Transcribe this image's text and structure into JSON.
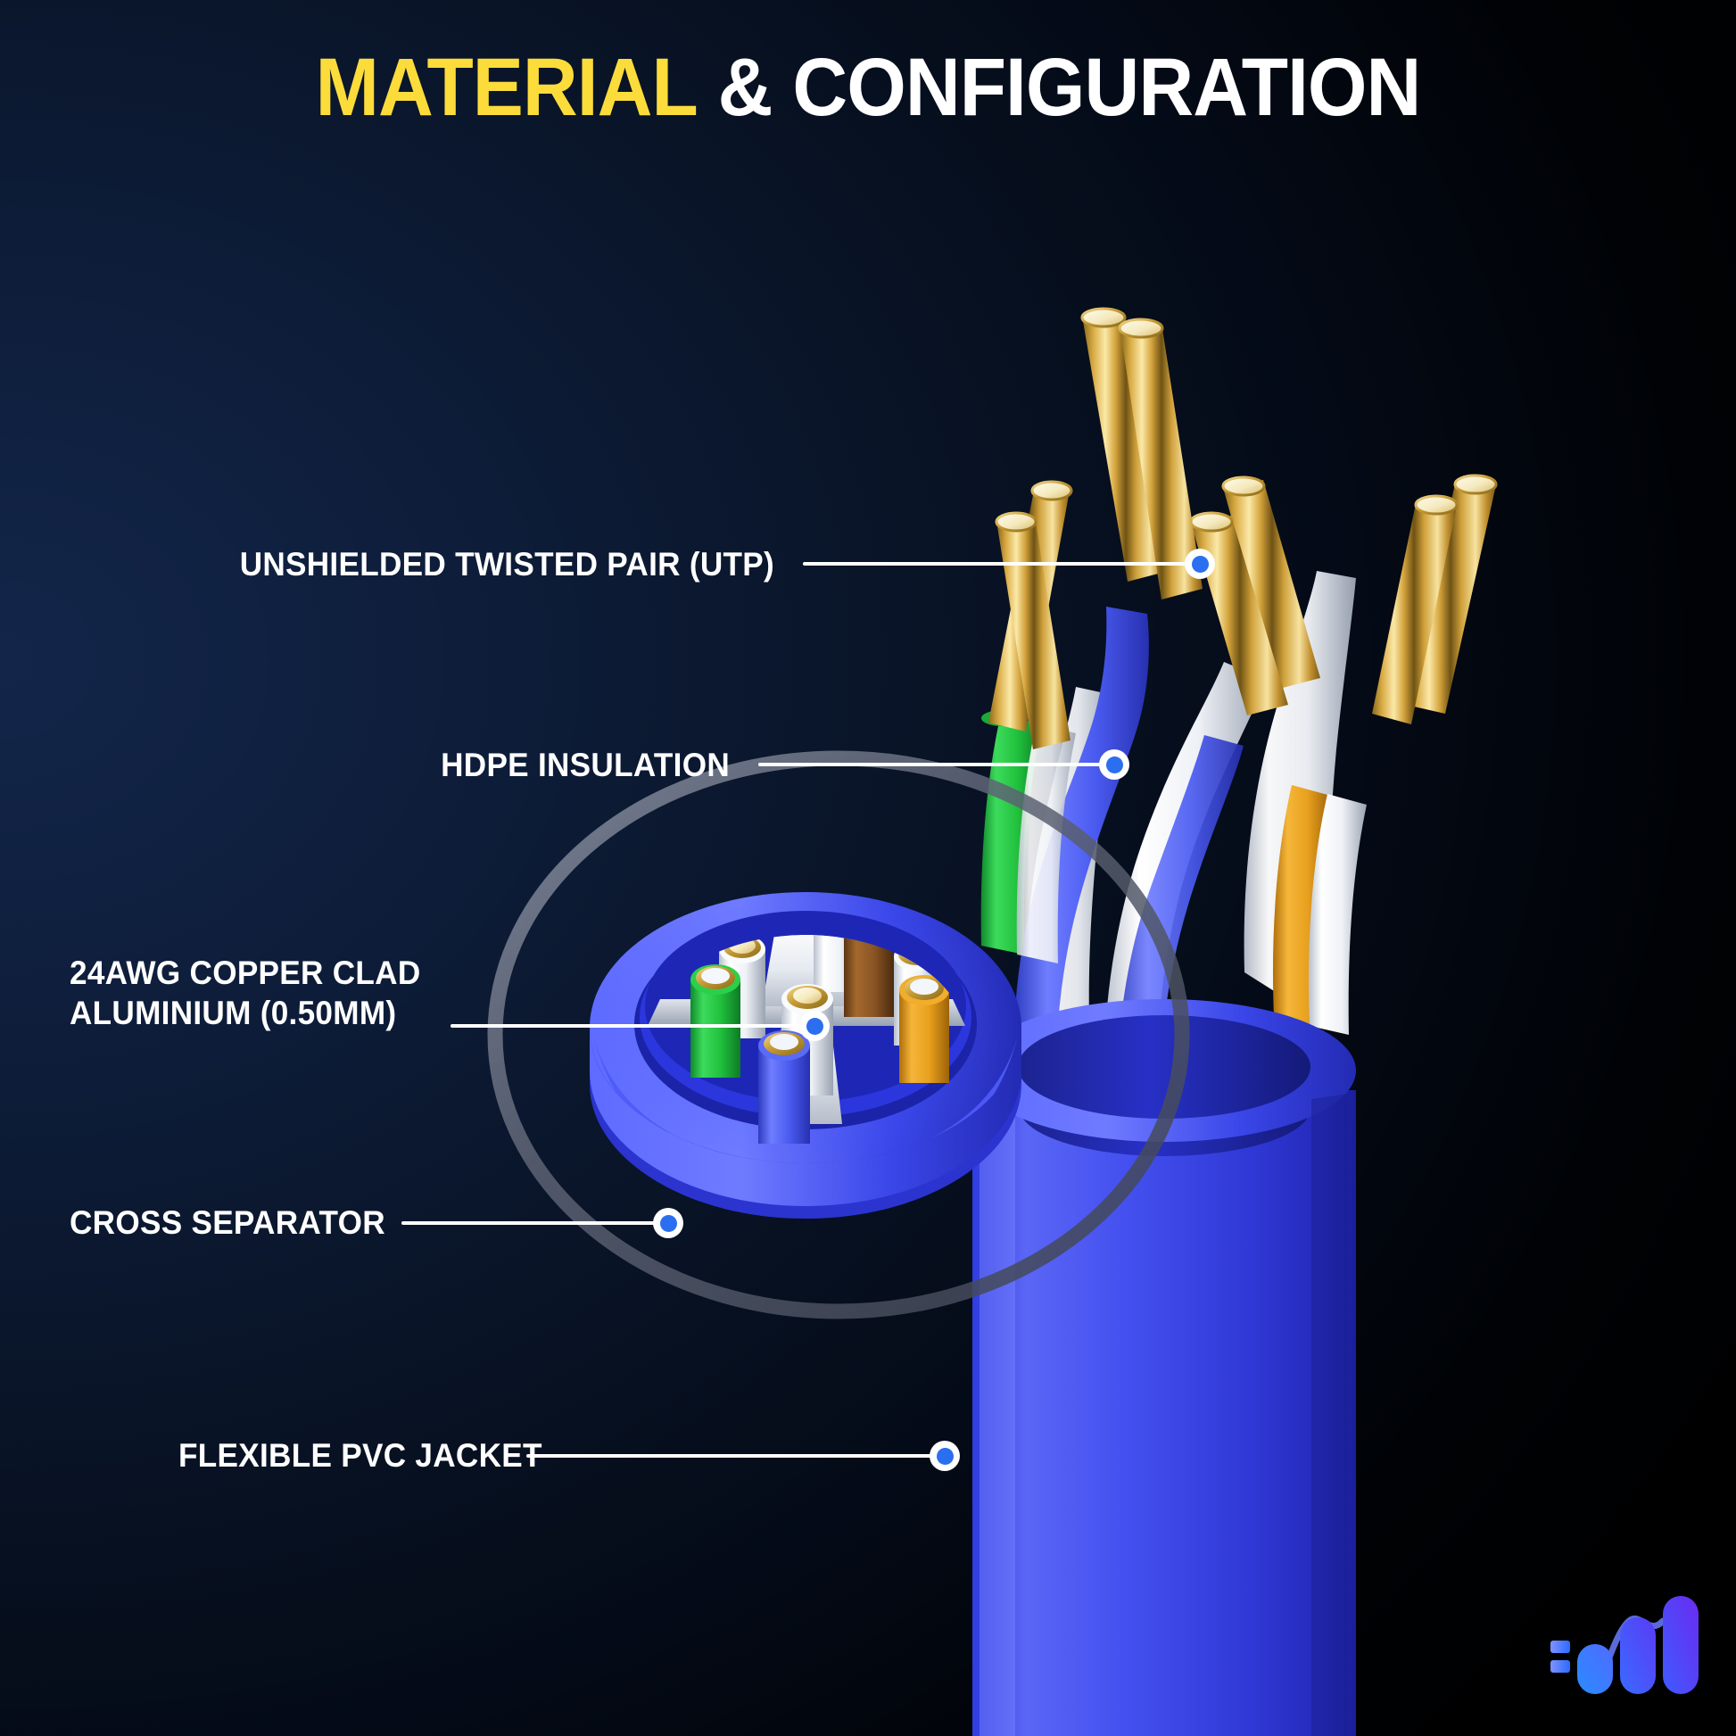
{
  "page": {
    "title_highlight": "MATERIAL",
    "title_rest": "& CONFIGURATION",
    "background_from": "#13264a",
    "background_to": "#000000",
    "accent_yellow": "#fcdc3b",
    "accent_blue": "#2b6ff0",
    "jacket_blue": "#3a46e8",
    "text_color": "#ffffff"
  },
  "callouts": [
    {
      "id": "utp",
      "label": "UNSHIELDED TWISTED PAIR (UTP)"
    },
    {
      "id": "hdpe",
      "label": "HDPE INSULATION"
    },
    {
      "id": "conductor",
      "label": "24AWG COPPER CLAD\nALUMINIUM (0.50MM)"
    },
    {
      "id": "separator",
      "label": "CROSS SEPARATOR"
    },
    {
      "id": "jacket",
      "label": "FLEXIBLE PVC JACKET"
    }
  ],
  "diagram": {
    "cable_jacket_color": "#3a46e8",
    "conductor_color": "#e2b53c",
    "separator_color": "#f2f4f7",
    "pairs": [
      {
        "position": "top",
        "colors": [
          "white",
          "brown"
        ]
      },
      {
        "position": "left",
        "colors": [
          "white",
          "green"
        ]
      },
      {
        "position": "right",
        "colors": [
          "white",
          "orange"
        ]
      },
      {
        "position": "bottom",
        "colors": [
          "white",
          "blue"
        ]
      }
    ],
    "pair_hex": {
      "white": "#f4f6f9",
      "brown": "#8a5524",
      "green": "#22c13f",
      "orange": "#e8a01d",
      "blue": "#4a63e8"
    }
  },
  "logo": {
    "name": "brand-logo",
    "bar_color_start": "#2a8bff",
    "bar_color_end": "#5a2bf0"
  }
}
